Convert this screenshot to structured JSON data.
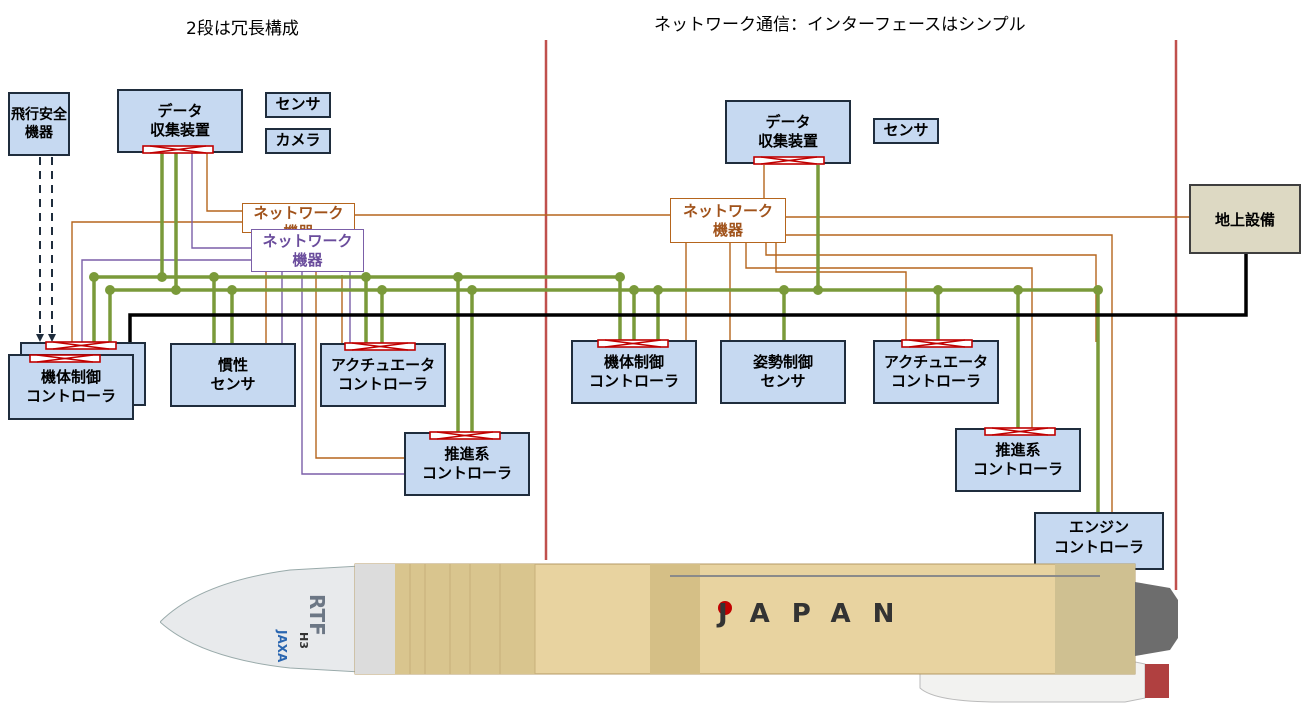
{
  "headings": {
    "left": "2段は冗長構成",
    "right": "ネットワーク通信：インターフェースはシンプル"
  },
  "boxes": {
    "flight_safety": "飛行安全\n機器",
    "data_left": "データ\n収集装置",
    "sensor_left": "センサ",
    "camera": "カメラ",
    "vehicle_ctrl_left": "機体制御\nコントローラ",
    "inertial_sensor": "慣性\nセンサ",
    "actuator_left": "アクチュエータ\nコントローラ",
    "propulsion_left": "推進系\nコントローラ",
    "data_right": "データ\n収集装置",
    "sensor_right": "センサ",
    "vehicle_ctrl_right": "機体制御\nコントローラ",
    "attitude_sensor": "姿勢制御\nセンサ",
    "actuator_right": "アクチュエータ\nコントローラ",
    "propulsion_right": "推進系\nコントローラ",
    "engine_ctrl": "エンジン\nコントローラ",
    "ground_equipment": "地上設備"
  },
  "network": {
    "left_orange": "ネットワーク\n機器",
    "left_purple": "ネットワーク\n機器",
    "right_orange": "ネットワーク\n機器"
  },
  "rocket": {
    "fairing_text": "RTF",
    "logo_text": "JAXA",
    "model_text": "H3",
    "body_text": "JAPAN"
  },
  "colors": {
    "box_fill": "#c6d9f1",
    "bus_green": "#7a9a3a",
    "orange_line": "#b5651d",
    "purple_line": "#7b5fa8",
    "divider_red": "#c0504d",
    "ground_fill": "#ddd9c3"
  }
}
